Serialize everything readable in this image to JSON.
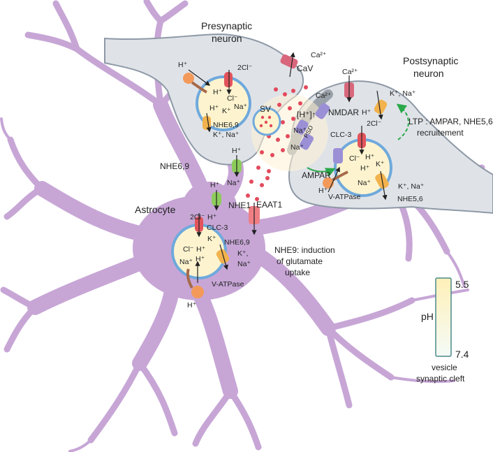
{
  "labels": {
    "presynaptic": "Presynaptic",
    "neuron1": "neuron",
    "postsynaptic": "Postsynaptic",
    "neuron2": "neuron",
    "astrocyte": "Astrocyte",
    "nhe69_astro_branch": "NHE6,9",
    "nhe1": "NHE1",
    "eaat1": "EAAT1",
    "cav": "CaV",
    "ca_pre": "Ca²⁺",
    "ca_post": "Ca²⁺",
    "ca_nmdar": "Ca²⁺",
    "nmdar": "NMDAR",
    "psd": "PSD",
    "h_cleft": "[H⁺]↑",
    "sv": "SV",
    "ampar": "AMPAR",
    "ltp_line1": "LTP : AMPAR, NHE5,6",
    "ltp_line2": "recruitement",
    "nhe9_line1": "NHE9: induction",
    "nhe9_line2": "of glutamate",
    "nhe9_line3": "uptake",
    "pre_h_top": "H⁺",
    "pre_2cl": "2Cl⁻",
    "pre_cl": "Cl⁻",
    "pre_na": "Na⁺",
    "pre_h_in1": "H⁺",
    "pre_h_in2": "H⁺",
    "pre_k": "K⁺",
    "pre_nhe69": "NHE6,9",
    "pre_k_na": "K⁺, Na⁺",
    "pre_h_green": "H⁺",
    "pre_na_green": "Na⁺",
    "post_k_na_top": "K⁺, Na⁺",
    "post_h_top": "H⁺",
    "post_2cl": "2Cl⁻",
    "post_clc3": "CLC-3",
    "post_cl": "Cl⁻",
    "post_h_in1": "H⁺",
    "post_h_in2": "H⁺",
    "post_k": "K⁺",
    "post_na_in": "Na⁺",
    "post_k_na_bottom": "K⁺, Na⁺",
    "post_vatpase": "V-ATPase",
    "post_nhe56": "NHE5,6",
    "post_na_left1": "Na⁺",
    "post_na_left2": "Na⁺",
    "post_h_left": "H⁺",
    "astro_2cl": "2Cl⁻",
    "astro_h_top": "H⁺",
    "astro_clc3": "CLC-3",
    "astro_k": "K⁺",
    "astro_cl": "Cl⁻",
    "astro_h_in1": "H⁺",
    "astro_h_in2": "H⁺",
    "astro_na_in": "Na⁺",
    "astro_nhe69": "NHE6,9",
    "astro_k_comma": "K⁺,",
    "astro_na_out": "Na⁺",
    "astro_vatpase": "V-ATPase",
    "astro_h_bottom": "H⁺",
    "astro_h_nhe1": "H⁺",
    "ph_label": "pH",
    "ph_top": "5.5",
    "ph_bottom": "7.4",
    "ph_caption1": "vesicle",
    "ph_caption2": "synaptic cleft"
  },
  "colors": {
    "astrocyte": "#c7a6d6",
    "neuron": "#dfe3e8",
    "neuron_edge": "#8e99a6",
    "vesicle_fill": "#fdf4cf",
    "vesicle_edge": "#6fa9dc",
    "glutamate": "#e34a5c",
    "clc3": "#e2545c",
    "nhe": "#f2b24d",
    "vatpase": "#f39a5a",
    "nhe1_green": "#8dcc5c",
    "ampar": "#9b8fd6",
    "eaat1": "#ef7f84",
    "cav": "#d9677c",
    "psd": "#9aa1a9",
    "ltp_arrow": "#2aa84a",
    "ph_high": "#fff0b8",
    "ph_low": "#f4fbf7"
  }
}
